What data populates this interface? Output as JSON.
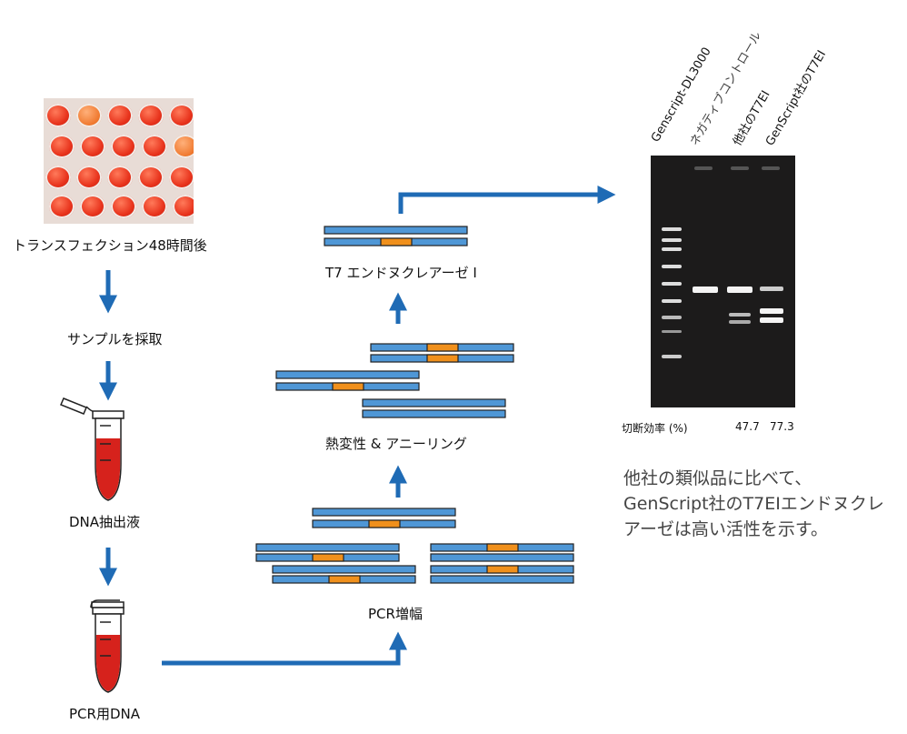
{
  "steps": {
    "transfection": "トランスフェクション48時間後",
    "sample": "サンプルを採取",
    "dna_extract": "DNA抽出液",
    "pcr_dna": "PCR用DNA",
    "pcr_amp": "PCR増幅",
    "denature": "熱変性 & アニーリング",
    "t7": "T7 エンドヌクレアーゼ I"
  },
  "gel": {
    "lanes": [
      "Genscript-DL3000",
      "ネガティブコントロール",
      "他社のT7EI",
      "GenScript社のT7EI"
    ],
    "efficiency_label": "切断効率 (%)",
    "efficiency_values": [
      "47.7",
      "77.3"
    ]
  },
  "note": {
    "line1": "他社の類似品に比べて、",
    "line2": "GenScript社のT7EIエンドヌクレ",
    "line3": "アーゼは高い活性を示す。"
  },
  "colors": {
    "arrow": "#1f6bb5",
    "strand": "#4f97d6",
    "mismatch": "#f0901c",
    "blood": "#d6221c"
  }
}
